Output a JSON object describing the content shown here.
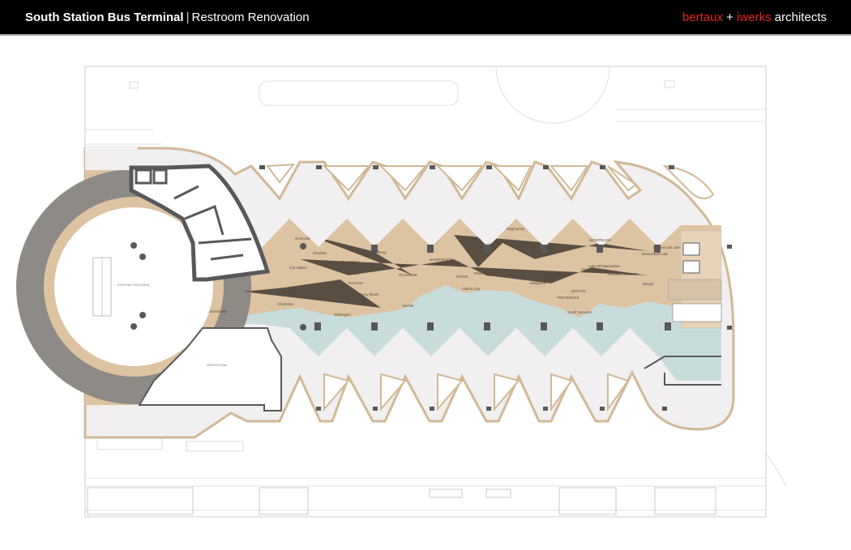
{
  "header": {
    "project": "South Station Bus Terminal",
    "separator": "|",
    "subtitle": "Restroom Renovation",
    "firm_part1": "bertaux",
    "firm_plus": "+",
    "firm_part2": "iwerks",
    "firm_part3": "architects"
  },
  "colors": {
    "header_bg": "#000000",
    "accent": "#e8251a",
    "land": "#dcc3a2",
    "water": "#c9dcdc",
    "wall": "#58585a",
    "floor": "#f1efef",
    "outline": "#d2b896"
  },
  "plan": {
    "rooms": [
      "EXISTING ROTUNDA",
      "NEWSSTAND"
    ],
    "cities": [
      "Greenville",
      "Charlotte",
      "COLUMBIA",
      "Greensboro",
      "Lynchburg",
      "Durham",
      "RALEIGH",
      "RICHMOND",
      "Savannah",
      "Lake Marion",
      "Charleston",
      "Rocky Mount",
      "Norfolk",
      "Jacksonville",
      "Wilmington",
      "WASHINGTON",
      "Baltimore",
      "HARRISBURG",
      "Lancaster",
      "DOVER",
      "Philadelphia",
      "TRENTON",
      "Atlantic City",
      "Binghamton",
      "NEW YORK",
      "Albany",
      "Hartford",
      "Springfield",
      "Bridgeport",
      "MONTPELIER",
      "Lake Winnipesaukee",
      "Concord",
      "BOSTON",
      "PROVIDENCE",
      "South Yarmouth",
      "Portland",
      "AUGUSTA",
      "Moosehead Lake",
      "Chesuncook Lake",
      "Bangor"
    ]
  }
}
